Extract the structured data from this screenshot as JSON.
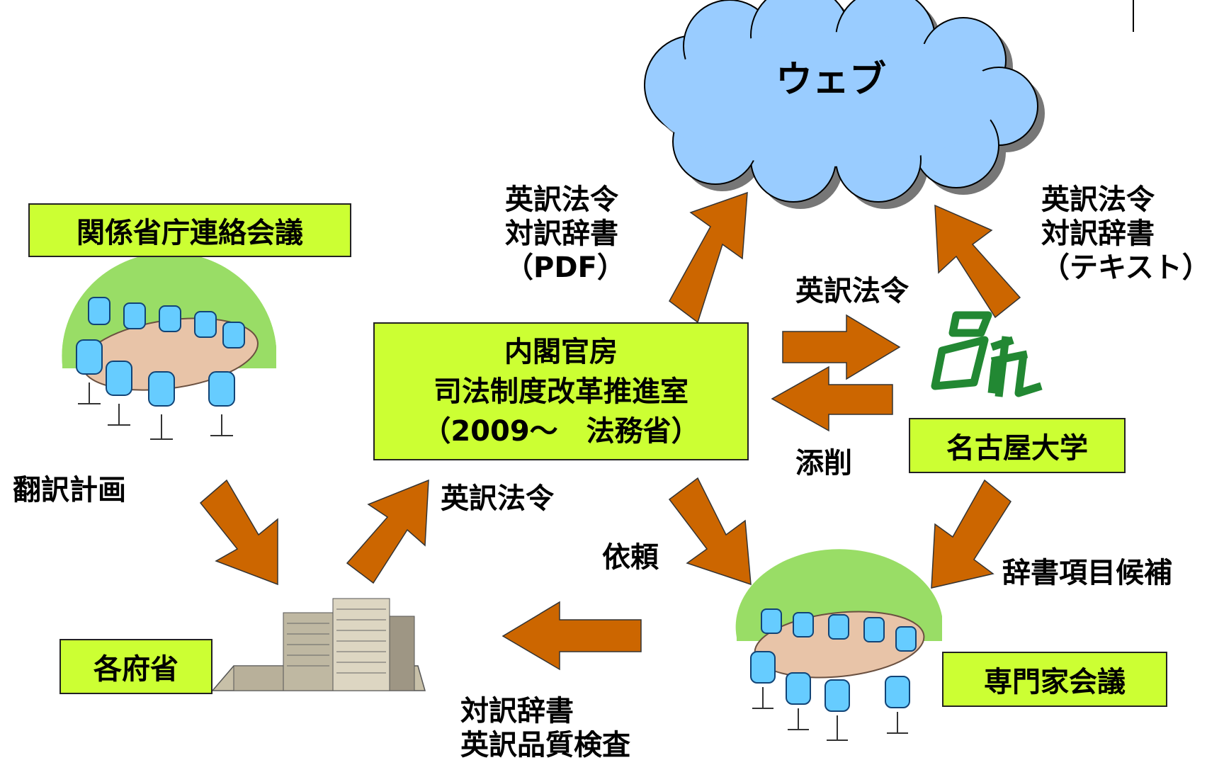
{
  "nodes": {
    "cloud": "ウェブ",
    "liaison": "関係省庁連絡会議",
    "center": [
      "内閣官房",
      "司法制度改革推進室",
      "（2009～　法務省）"
    ],
    "nagoya": "名古屋大学",
    "ministries": "各府省",
    "experts": "専門家会議"
  },
  "labels": {
    "pdf": [
      "英訳法令",
      "対訳辞書",
      "（PDF）"
    ],
    "text": [
      "英訳法令",
      "対訳辞書",
      "（テキスト）"
    ],
    "to_nagoya": "英訳法令",
    "correction": "添削",
    "plan": "翻訳計画",
    "from_ministries": "英訳法令",
    "request": "依頼",
    "candidates": "辞書項目候補",
    "check": [
      "対訳辞書",
      "英訳品質検査"
    ]
  },
  "colors": {
    "arrow": "#cc6600",
    "box": "#ccff33",
    "cloud": "#99ccff",
    "meeting_bg": "#99dd66",
    "chair": "#66ccff",
    "table": "#e8c4a8",
    "logo": "#228833"
  }
}
